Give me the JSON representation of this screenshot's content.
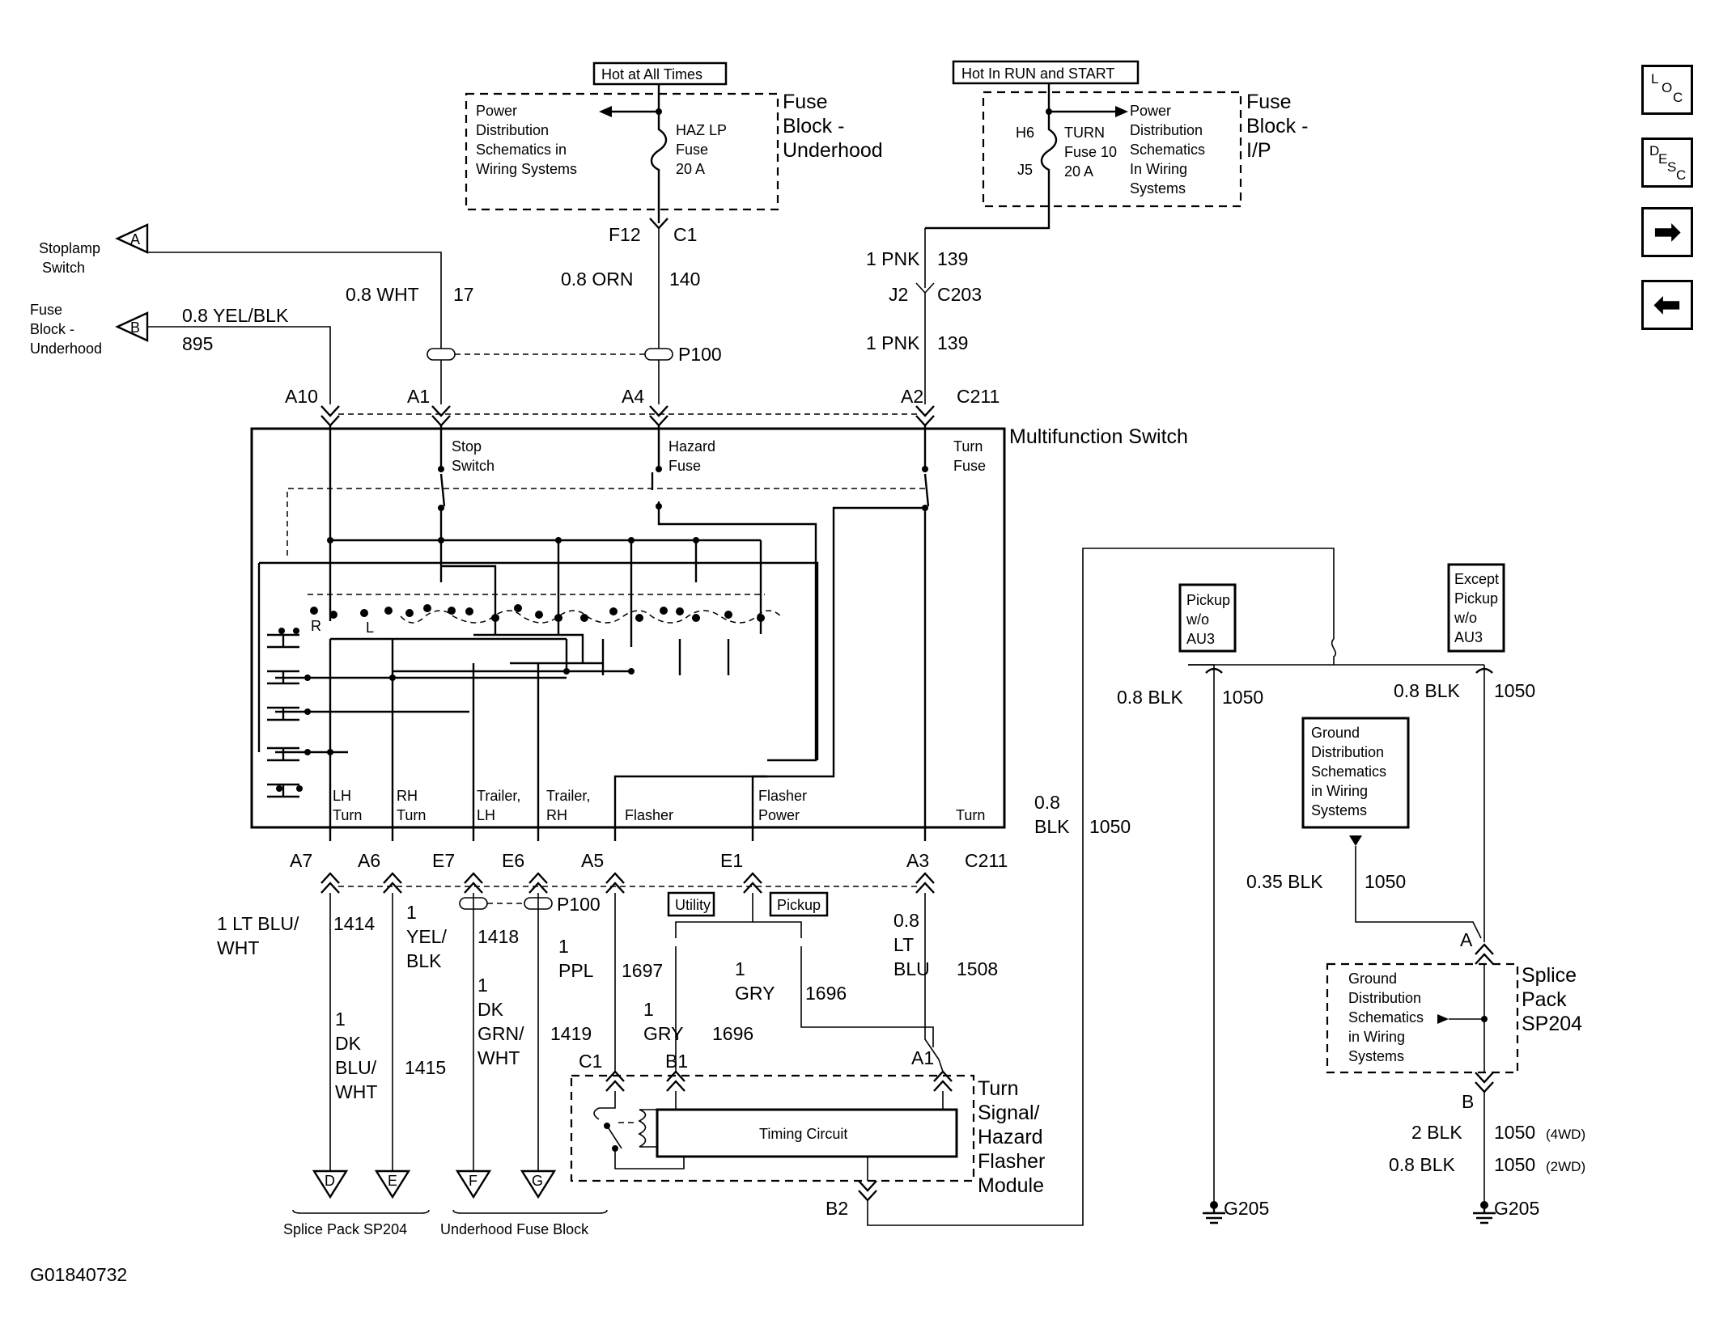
{
  "labels": {
    "hot_all_times": "Hot at All Times",
    "hot_run_start": "Hot In RUN and START",
    "fuse_underhood": [
      "Fuse",
      "Block -",
      "Underhood"
    ],
    "fuse_ip": [
      "Fuse",
      "Block -",
      "I/P"
    ],
    "pd_left": [
      "Power",
      "Distribution",
      "Schematics in",
      "Wiring Systems"
    ],
    "pd_right": [
      "Power",
      "Distribution",
      "Schematics",
      "In Wiring",
      "Systems"
    ],
    "haz_fuse": [
      "HAZ LP",
      "Fuse",
      "20 A"
    ],
    "turn_fuse": [
      "TURN",
      "Fuse 10",
      "20 A"
    ],
    "h6": "H6",
    "j5": "J5",
    "f12": "F12",
    "c1_top": "C1",
    "stoplamp": [
      "Stoplamp",
      "Switch"
    ],
    "fuse_left": [
      "Fuse",
      "Block -",
      "Underhood"
    ],
    "conn_a": "A",
    "conn_b": "B",
    "w_yelblk": "0.8 YEL/BLK",
    "w_895": "895",
    "w_wht": "0.8 WHT",
    "w_17": "17",
    "w_orn": "0.8 ORN",
    "w_140": "140",
    "p100": "P100",
    "w_pnk1": "1 PNK",
    "w_139a": "139",
    "j2": "J2",
    "c203": "C203",
    "w_pnk2": "1 PNK",
    "w_139b": "139",
    "a10": "A10",
    "a1": "A1",
    "a4": "A4",
    "a2": "A2",
    "c211_top": "C211",
    "multifunction": "Multifunction Switch",
    "stop_switch": [
      "Stop",
      "Switch"
    ],
    "hazard_fuse": [
      "Hazard",
      "Fuse"
    ],
    "turn_fuse_in": [
      "Turn",
      "Fuse"
    ],
    "r": "R",
    "l": "L",
    "lh_turn": [
      "LH",
      "Turn"
    ],
    "rh_turn": [
      "RH",
      "Turn"
    ],
    "trailer_lh": [
      "Trailer,",
      "LH"
    ],
    "trailer_rh": [
      "Trailer,",
      "RH"
    ],
    "flasher": "Flasher",
    "flasher_power": [
      "Flasher",
      "Power"
    ],
    "turn_in": "Turn",
    "a7": "A7",
    "a6": "A6",
    "e7": "E7",
    "e6": "E6",
    "a5": "A5",
    "e1": "E1",
    "a3": "A3",
    "c211_bot": "C211",
    "p100b": "P100",
    "w_ltblu": [
      "1 LT BLU/",
      "WHT"
    ],
    "w_1414": "1414",
    "w_yelblk2": [
      "1",
      "YEL/",
      "BLK"
    ],
    "w_1418": "1418",
    "w_ppl": [
      "1",
      "PPL"
    ],
    "w_1697": "1697",
    "utility": "Utility",
    "pickup": "Pickup",
    "w_gry1": [
      "1",
      "GRY"
    ],
    "w_1696a": "1696",
    "w_ltblu2": [
      "0.8",
      "LT",
      "BLU"
    ],
    "w_1508": "1508",
    "w_dkblu": [
      "1",
      "DK",
      "BLU/",
      "WHT"
    ],
    "w_1415": "1415",
    "w_dkgrn": [
      "1",
      "DK",
      "GRN/",
      "WHT"
    ],
    "w_1419": "1419",
    "w_gry2": [
      "1",
      "GRY"
    ],
    "w_1696b": "1696",
    "c1_bot": "C1",
    "b1": "B1",
    "a1_bot": "A1",
    "timing": "Timing Circuit",
    "flasher_module": [
      "Turn",
      "Signal/",
      "Hazard",
      "Flasher",
      "Module"
    ],
    "b2": "B2",
    "conn_d": "D",
    "conn_e": "E",
    "conn_f": "F",
    "conn_g": "G",
    "splice_sp204": "Splice Pack SP204",
    "underhood_fb": "Underhood Fuse Block",
    "fig_id": "G01840732",
    "w_08blk_mid": [
      "0.8",
      "BLK"
    ],
    "w_1050_mid": "1050",
    "pickup_wo": [
      "Pickup",
      "w/o",
      "AU3"
    ],
    "except_pickup": [
      "Except",
      "Pickup",
      "w/o",
      "AU3"
    ],
    "w_08blk_l": "0.8 BLK",
    "w_1050_l": "1050",
    "w_08blk_r": "0.8 BLK",
    "w_1050_r": "1050",
    "gd_box": [
      "Ground",
      "Distribution",
      "Schematics",
      "in Wiring",
      "Systems"
    ],
    "w_035blk": "0.35 BLK",
    "w_1050_035": "1050",
    "a_sp": "A",
    "gd_splice": [
      "Ground",
      "Distribution",
      "Schematics",
      "in Wiring",
      "Systems"
    ],
    "splice_pack": [
      "Splice",
      "Pack",
      "SP204"
    ],
    "b_sp": "B",
    "w_2blk": "2 BLK",
    "w_1050_4wd": "1050",
    "t_4wd": "(4WD)",
    "w_08blk_2wd": "0.8 BLK",
    "w_1050_2wd": "1050",
    "t_2wd": "(2WD)",
    "g205_l": "G205",
    "g205_r": "G205"
  },
  "nav": {
    "loc": [
      "L",
      "O",
      "C"
    ],
    "desc": [
      "D",
      "E",
      "S",
      "C"
    ],
    "next_icon": "right-arrow-icon",
    "prev_icon": "left-arrow-icon"
  }
}
